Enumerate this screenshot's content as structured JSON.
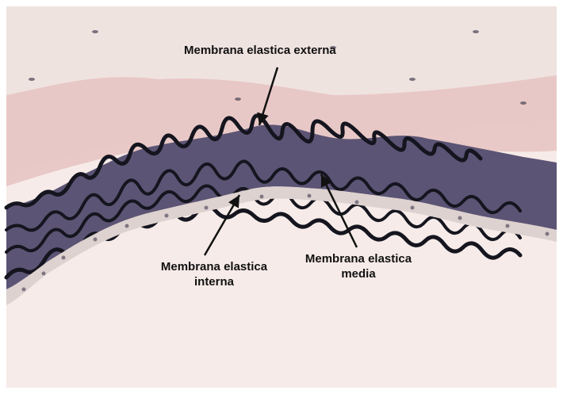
{
  "figure": {
    "labels": {
      "externa": {
        "text": "Membrana elastica externa"
      },
      "interna": {
        "line1": "Membrana elastica",
        "line2": "interna"
      },
      "media": {
        "line1": "Membrana elastica",
        "line2": "media"
      }
    },
    "colors": {
      "background_frame": "#f7f2ef",
      "adventitia": "#eddcd8",
      "collagen_pink": "#e2b8b6",
      "wall_purple": "#5d5574",
      "elastic_lamina": "#1a1a2a",
      "lumen": "#f6ebe8",
      "label_text": "#111111",
      "arrow": "#111111"
    }
  }
}
